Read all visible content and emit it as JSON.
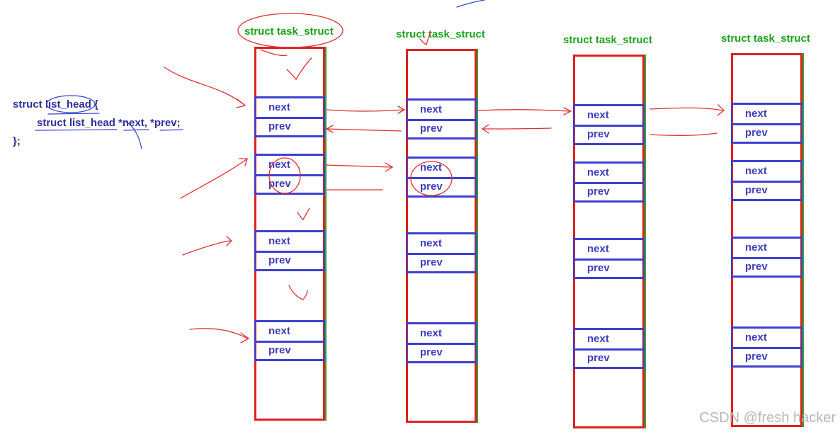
{
  "code": {
    "line1": "struct list_head {",
    "line2": "struct list_head *next, *prev;",
    "line3": "};"
  },
  "columns": [
    {
      "title": "struct task_struct",
      "nodes": [
        {
          "next": "next",
          "prev": "prev"
        },
        {
          "next": "next",
          "prev": "prev"
        },
        {
          "next": "next",
          "prev": "prev"
        },
        {
          "next": "next",
          "prev": "prev"
        }
      ]
    },
    {
      "title": "struct task_struct",
      "nodes": [
        {
          "next": "next",
          "prev": "prev"
        },
        {
          "next": "next",
          "prev": "prev"
        },
        {
          "next": "next",
          "prev": "prev"
        },
        {
          "next": "next",
          "prev": "prev"
        }
      ]
    },
    {
      "title": "struct task_struct",
      "nodes": [
        {
          "next": "next",
          "prev": "prev"
        },
        {
          "next": "next",
          "prev": "prev"
        },
        {
          "next": "next",
          "prev": "prev"
        },
        {
          "next": "next",
          "prev": "prev"
        }
      ]
    },
    {
      "title": "struct task_struct",
      "nodes": [
        {
          "next": "next",
          "prev": "prev"
        },
        {
          "next": "next",
          "prev": "prev"
        },
        {
          "next": "next",
          "prev": "prev"
        },
        {
          "next": "next",
          "prev": "prev"
        }
      ]
    }
  ],
  "watermark": "CSDN @fresh hacker",
  "colors": {
    "struct_border": "#e02020",
    "node_border": "#3f3fd0",
    "title": "#1aa31a",
    "annotation": "#e03030"
  }
}
